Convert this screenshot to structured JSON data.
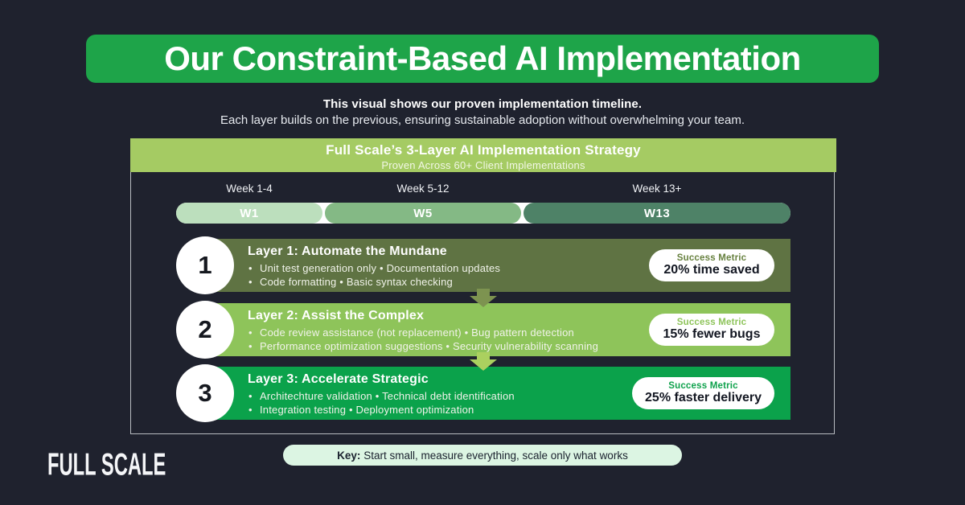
{
  "colors": {
    "background": "#1f222e",
    "banner_green": "#1ea449",
    "panel_header_green": "#a5cb63",
    "layer1_olive": "#5f7343",
    "layer2_light_green": "#8ec45a",
    "layer3_kelly_green": "#0ba24b",
    "timeline_w1": "#bcdfbd",
    "timeline_w5": "#84b985",
    "timeline_w13": "#4e8267",
    "key_pill_mint": "#dcf5e3"
  },
  "banner": {
    "title": "Our Constraint-Based AI Implementation"
  },
  "intro": {
    "line1": "This visual shows our proven implementation timeline.",
    "line2": "Each layer builds on the previous, ensuring sustainable adoption without overwhelming your team."
  },
  "panel": {
    "header": {
      "title": "Full Scale’s 3-Layer AI Implementation Strategy",
      "subtitle": "Proven Across 60+ Client Implementations"
    },
    "timeline": {
      "weeks": [
        {
          "label": "Week 1-4",
          "tag": "W1"
        },
        {
          "label": "Week 5-12",
          "tag": "W5"
        },
        {
          "label": "Week 13+",
          "tag": "W13"
        }
      ]
    },
    "layers": [
      {
        "number": "1",
        "title": "Layer 1: Automate the Mundane",
        "bullet1": "Unit test generation only • Documentation updates",
        "bullet2": "Code formatting • Basic syntax checking",
        "metric_label": "Success Metric",
        "metric_value": "20% time saved"
      },
      {
        "number": "2",
        "title": "Layer 2: Assist the Complex",
        "bullet1": "Code review assistance (not replacement) • Bug pattern detection",
        "bullet2": "Performance optimization suggestions • Security vulnerability scanning",
        "metric_label": "Success Metric",
        "metric_value": "15% fewer bugs"
      },
      {
        "number": "3",
        "title": "Layer 3: Accelerate Strategic",
        "bullet1": "Architechture validation • Technical debt identification",
        "bullet2": "Integration testing • Deployment optimization",
        "metric_label": "Success Metric",
        "metric_value": "25% faster delivery"
      }
    ]
  },
  "footer": {
    "logo": "FULL SCALE",
    "key_label": "Key:",
    "key_text": " Start small, measure everything, scale only what works"
  }
}
